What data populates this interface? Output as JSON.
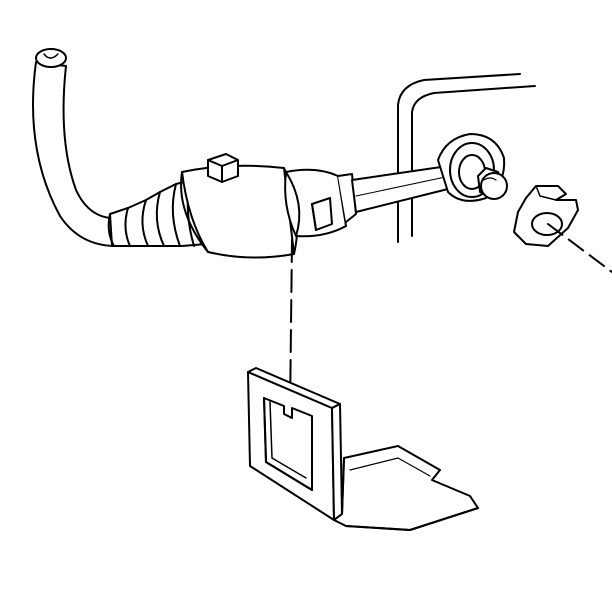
{
  "diagram": {
    "kind": "technical line illustration",
    "background_color": "#ffffff",
    "line_color": "#000000",
    "fill_color": "#ffffff",
    "parts": [
      "cable-housing",
      "rubber-boot",
      "cable-actuator-cylinder",
      "retaining-collar",
      "actuator-rod",
      "rod-end-eyelet",
      "ball-stud",
      "retaining-clip",
      "mounting-panel",
      "mounting-bracket"
    ],
    "leader_lines": [
      "collar-to-bracket-slot",
      "clip-to-ball-stud"
    ]
  }
}
